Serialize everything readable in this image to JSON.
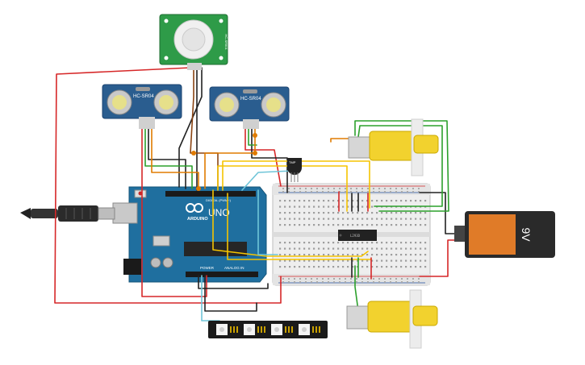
{
  "sensors": {
    "left_label": "HC-SR04",
    "right_label": "HC-SR04",
    "pir_side_text": "HC-SR501"
  },
  "arduino": {
    "brand": "ARDUINO",
    "model": "UNO",
    "digital_label": "DIGITAL (PWM~)",
    "power_label": "POWER",
    "analog_label": "ANALOG IN"
  },
  "driver_chip": {
    "label": "L293D"
  },
  "temp_sensor": {
    "label": "TMP"
  },
  "battery": {
    "label": "9V"
  },
  "led_strip": {
    "pixel_count": 4
  },
  "colors": {
    "wire_red": "#d62728",
    "wire_black": "#222222",
    "wire_green": "#2ca02c",
    "wire_orange": "#e07b00",
    "wire_yellow": "#f5c400",
    "wire_cyan": "#6fc5d8",
    "wire_brown": "#8b4513",
    "board_blue": "#1f6f9f",
    "sensor_blue": "#2a5d8f",
    "pir_green": "#2e9b48",
    "motor_yellow": "#f2d22e",
    "battery_orange": "#e07b28"
  }
}
